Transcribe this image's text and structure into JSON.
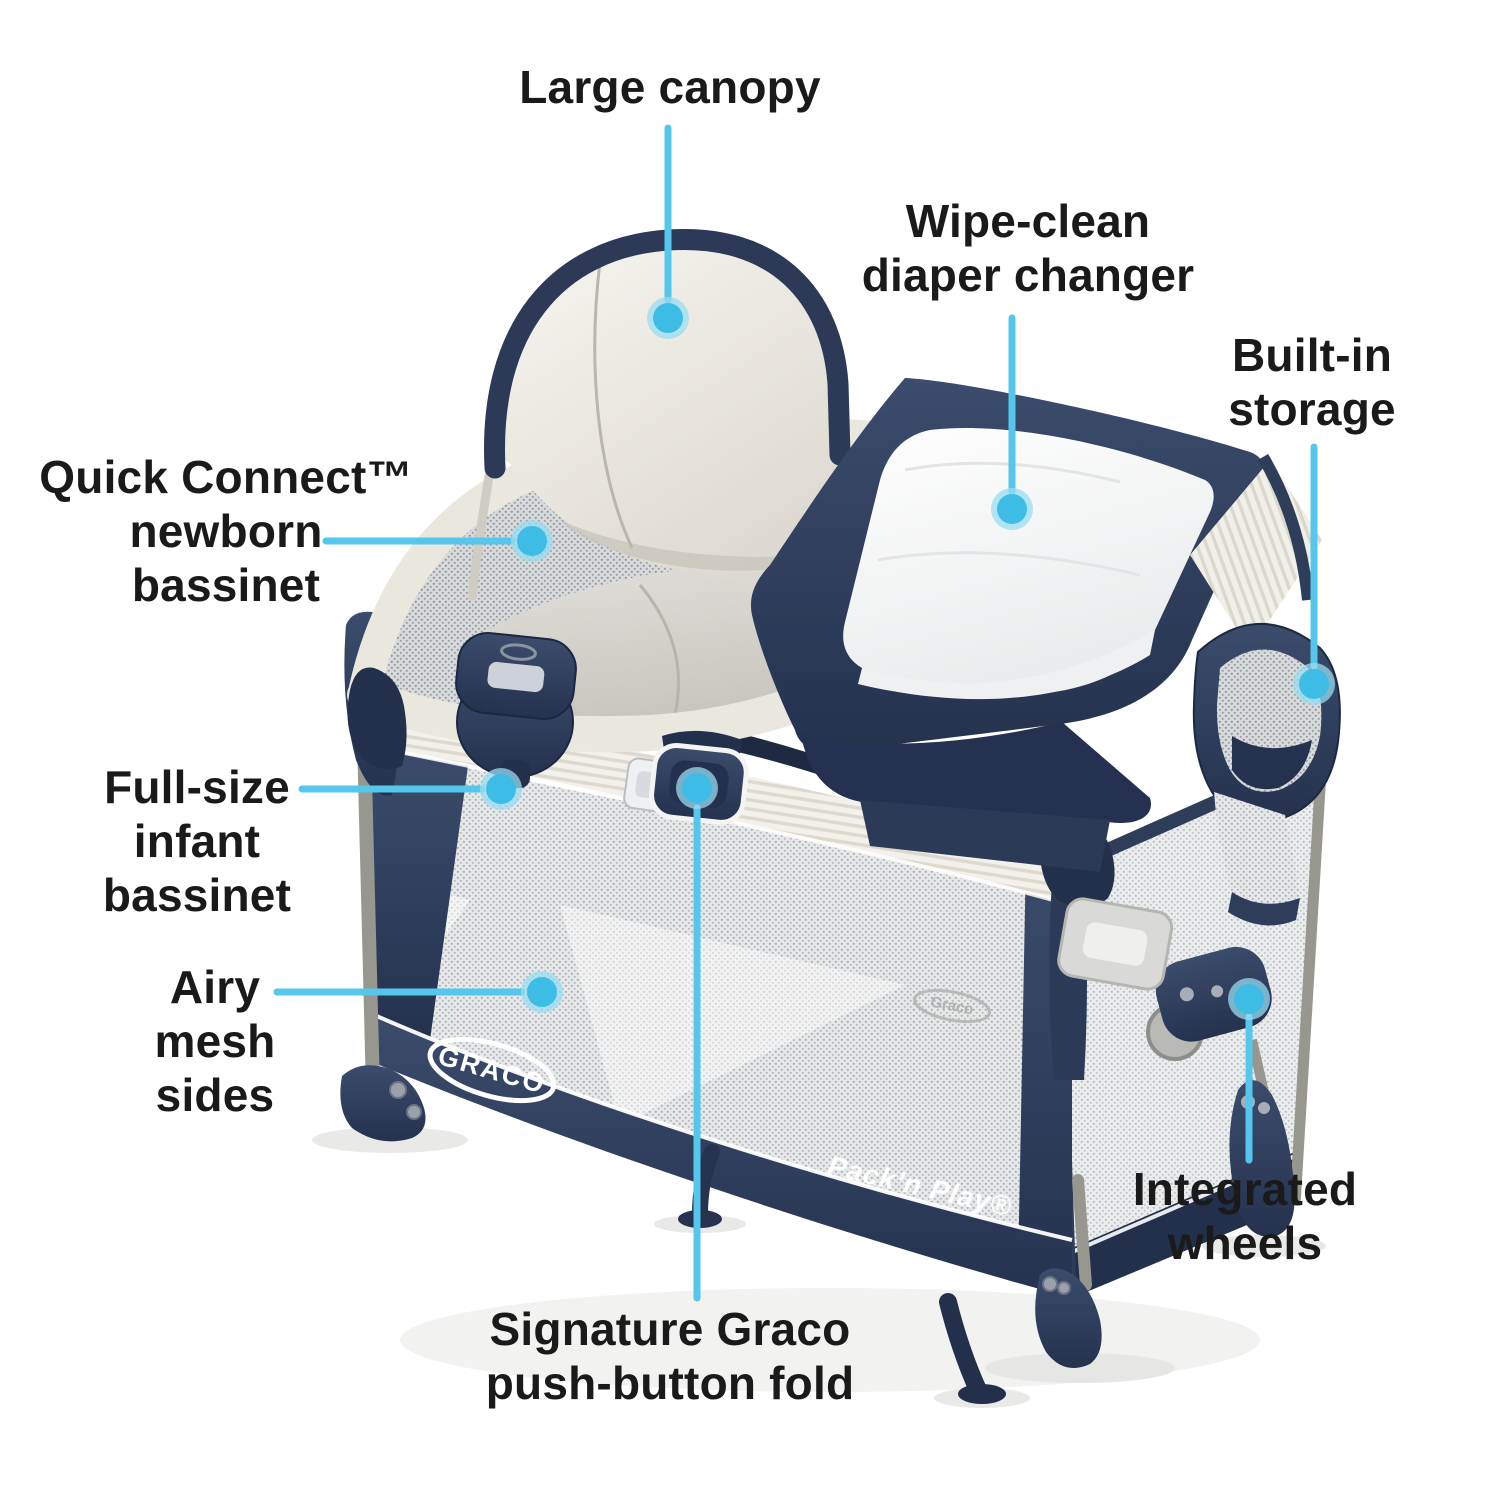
{
  "page": {
    "background": "#ffffff"
  },
  "accent": {
    "line_color": "#55c6ec",
    "dot_color": "#3dbde6",
    "halo_color": "#98dcf2",
    "text_color": "#1a1a1a"
  },
  "product": {
    "name": "Graco Pack 'n Play playard with Quick Connect bassinet and diaper changer",
    "brand_logo": "GRACO",
    "brand_logo_small": "Graco",
    "packnplay_logo": "Pack’n Play®",
    "colors": {
      "navy": "#2e3d59",
      "navy_dark": "#1f2b42",
      "cream": "#ebe8e0",
      "mesh_gray": "#c9cccd",
      "pad_white": "#fbfcfd"
    }
  },
  "callouts": [
    {
      "id": "large-canopy",
      "label": "Large canopy"
    },
    {
      "id": "wipe-clean-diaper-changer",
      "label": "Wipe-clean\ndiaper changer"
    },
    {
      "id": "built-in-storage",
      "label": "Built-in\nstorage"
    },
    {
      "id": "quick-connect-newborn-bassinet",
      "label": "Quick Connect™\nnewborn\nbassinet"
    },
    {
      "id": "full-size-infant-bassinet",
      "label": "Full-size\ninfant\nbassinet"
    },
    {
      "id": "airy-mesh-sides",
      "label": "Airy\nmesh\nsides"
    },
    {
      "id": "integrated-wheels",
      "label": "Integrated\nwheels"
    },
    {
      "id": "signature-graco-push-button-fold",
      "label": "Signature Graco\npush-button fold"
    }
  ]
}
